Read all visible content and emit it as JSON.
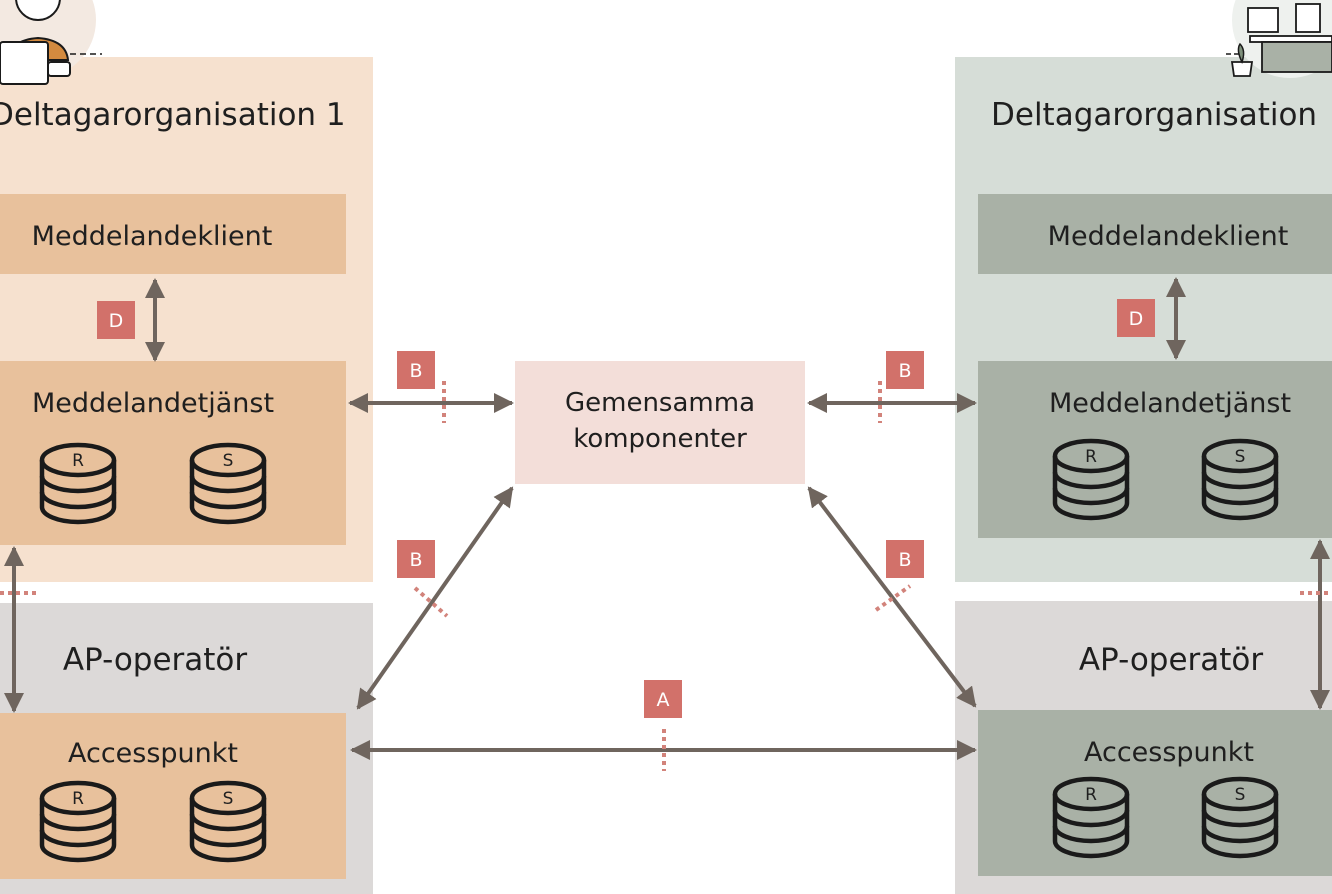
{
  "colors": {
    "org1_bg": "#f6e1cf",
    "org1_box": "#e8c19c",
    "org2_bg": "#d6ddd7",
    "org2_box": "#a9b1a6",
    "ap_bg": "#dcd9d8",
    "common_bg": "#f3ded9",
    "arrow": "#6f655e",
    "badge": "#d2716a",
    "dotted": "#d2837b",
    "db_stroke": "#1a1a1a"
  },
  "left": {
    "org_title": "Deltagarorganisation 1",
    "client": "Meddelandeklient",
    "service": "Meddelandetjänst",
    "service_db": [
      "R",
      "S"
    ],
    "ap_title": "AP-operatör",
    "access_point": "Accesspunkt",
    "ap_db": [
      "R",
      "S"
    ]
  },
  "right": {
    "org_title": "Deltagarorganisation",
    "client": "Meddelandeklient",
    "service": "Meddelandetjänst",
    "service_db": [
      "R",
      "S"
    ],
    "ap_title": "AP-operatör",
    "access_point": "Accesspunkt",
    "ap_db": [
      "R",
      "S"
    ]
  },
  "common": {
    "line1": "Gemensamma",
    "line2": "komponenter"
  },
  "badges": {
    "a": "A",
    "b": "B",
    "d": "D"
  }
}
